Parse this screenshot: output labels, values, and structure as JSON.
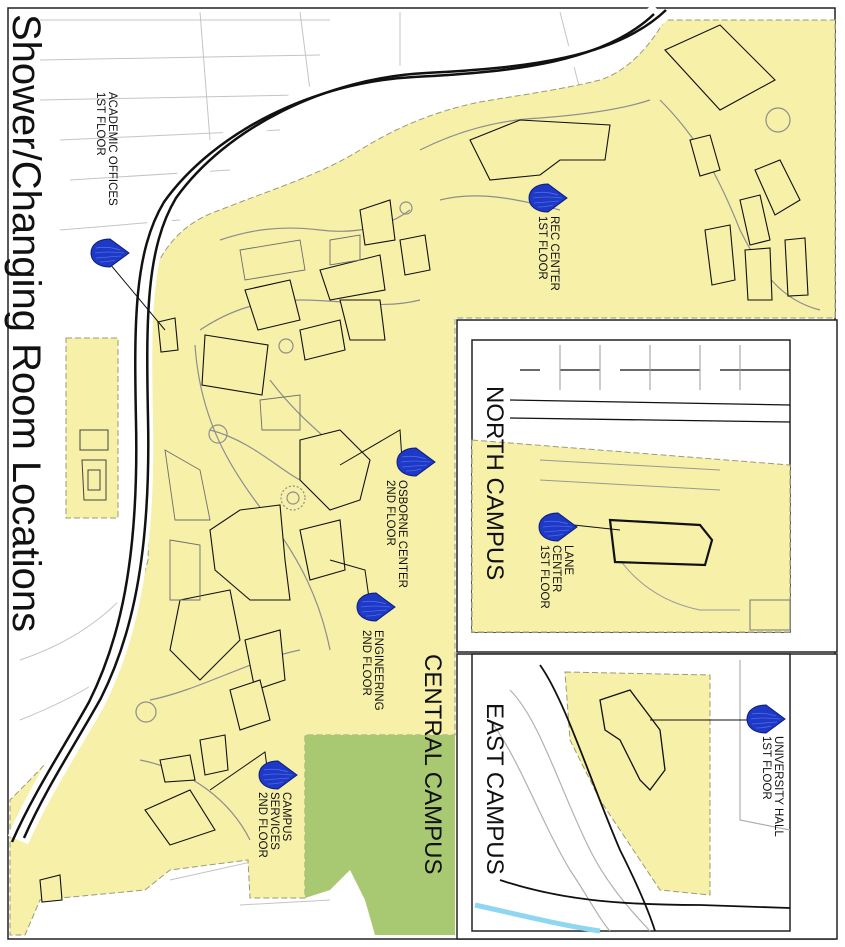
{
  "title": "Shower/Changing Room Locations",
  "campuses": {
    "central": "CENTRAL CAMPUS",
    "north": "NORTH CAMPUS",
    "east": "EAST CAMPUS"
  },
  "locations": {
    "academic": {
      "line1": "ACADEMIC OFFICES",
      "line2": "1ST FLOOR"
    },
    "rec": {
      "line1": "REC CENTER",
      "line2": "1ST FLOOR"
    },
    "osborne": {
      "line1": "OSBORNE CENTER",
      "line2": "2ND FLOOR"
    },
    "engineering": {
      "line1": "ENGINEERING",
      "line2": "2ND FLOOR"
    },
    "campus_services": {
      "line1": "CAMPUS",
      "line2": "SERVICES",
      "line3": "2ND FLOOR"
    },
    "lane": {
      "line1": "LANE",
      "line2": "CENTER",
      "line3": "1ST FLOOR"
    },
    "university_hall": {
      "line1": "UNIVERSITY HALL",
      "line2": "1ST FLOOR"
    }
  },
  "colors": {
    "campus_fill": "#f6f0a8",
    "green_field": "#a9c872",
    "marker": "#1d39c6",
    "road": "#b8b8b8",
    "water": "#8fd6f0"
  },
  "marker_icon": "water-drop-icon"
}
